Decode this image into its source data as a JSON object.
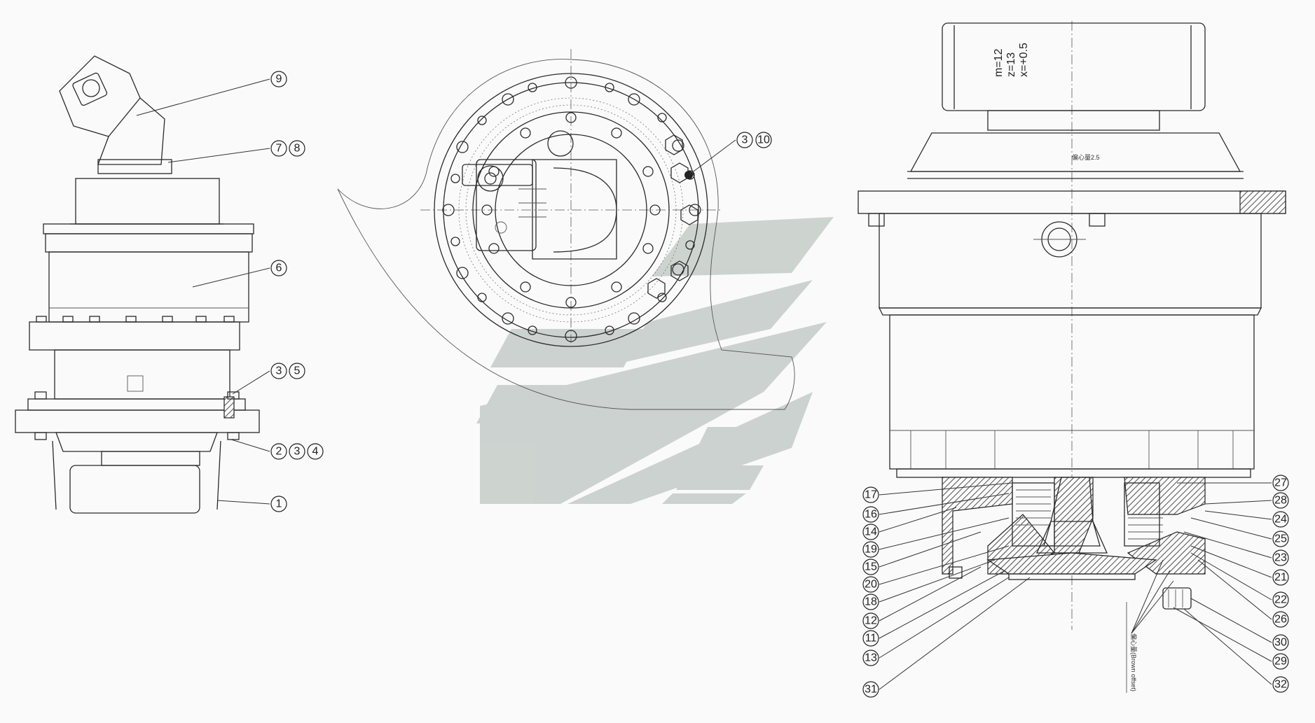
{
  "gear_spec": {
    "module": "m=12",
    "teeth": "z=13",
    "shift": "x=+0.5"
  },
  "offset_note": "偏心量2.5",
  "vertical_note": "偏心量(Brown offset)",
  "callouts_left": [
    "9",
    "7",
    "8",
    "6",
    "3",
    "5",
    "2",
    "3",
    "4",
    "1"
  ],
  "callouts_center": [
    "3",
    "10"
  ],
  "callouts_right_left": [
    "17",
    "16",
    "14",
    "19",
    "15",
    "20",
    "18",
    "12",
    "11",
    "13",
    "31"
  ],
  "callouts_right_right": [
    "27",
    "28",
    "24",
    "25",
    "23",
    "21",
    "22",
    "26",
    "30",
    "29",
    "32"
  ],
  "colors": {
    "line": "#2a2a2a",
    "background": "#fafafa",
    "watermark": "#c4ccc8"
  },
  "icons": [
    "watermark-logo"
  ]
}
